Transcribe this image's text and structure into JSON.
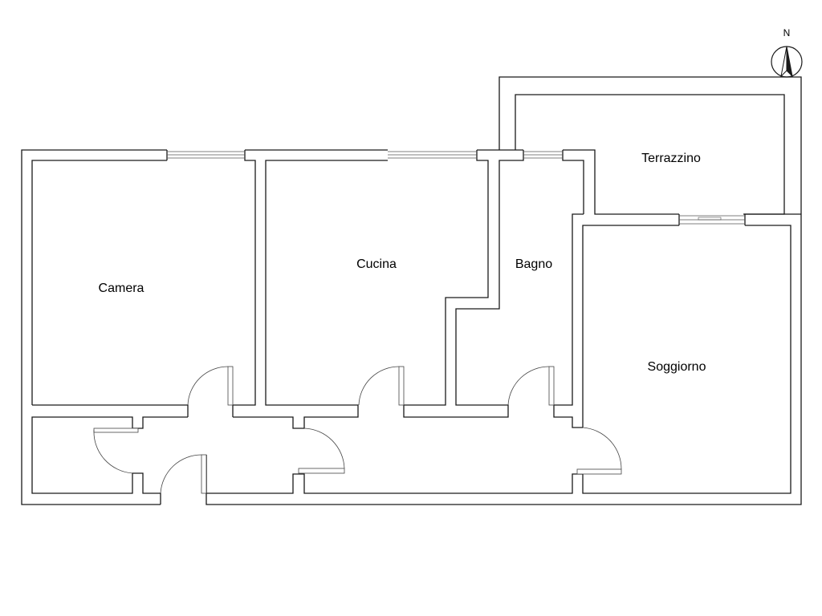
{
  "rooms": {
    "camera": "Camera",
    "cucina": "Cucina",
    "bagno": "Bagno",
    "terrazzino": "Terrazzino",
    "soggiorno": "Soggiorno"
  },
  "north_arrow": {
    "label": "N"
  }
}
